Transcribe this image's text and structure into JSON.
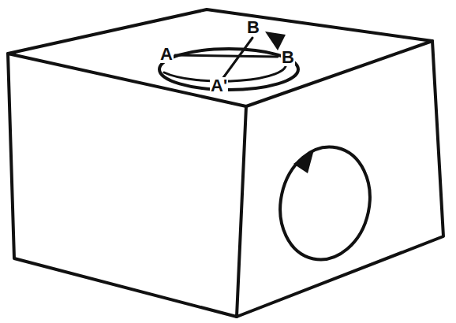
{
  "diagram": {
    "labels": [
      "A",
      "B",
      "B",
      "A'"
    ]
  }
}
